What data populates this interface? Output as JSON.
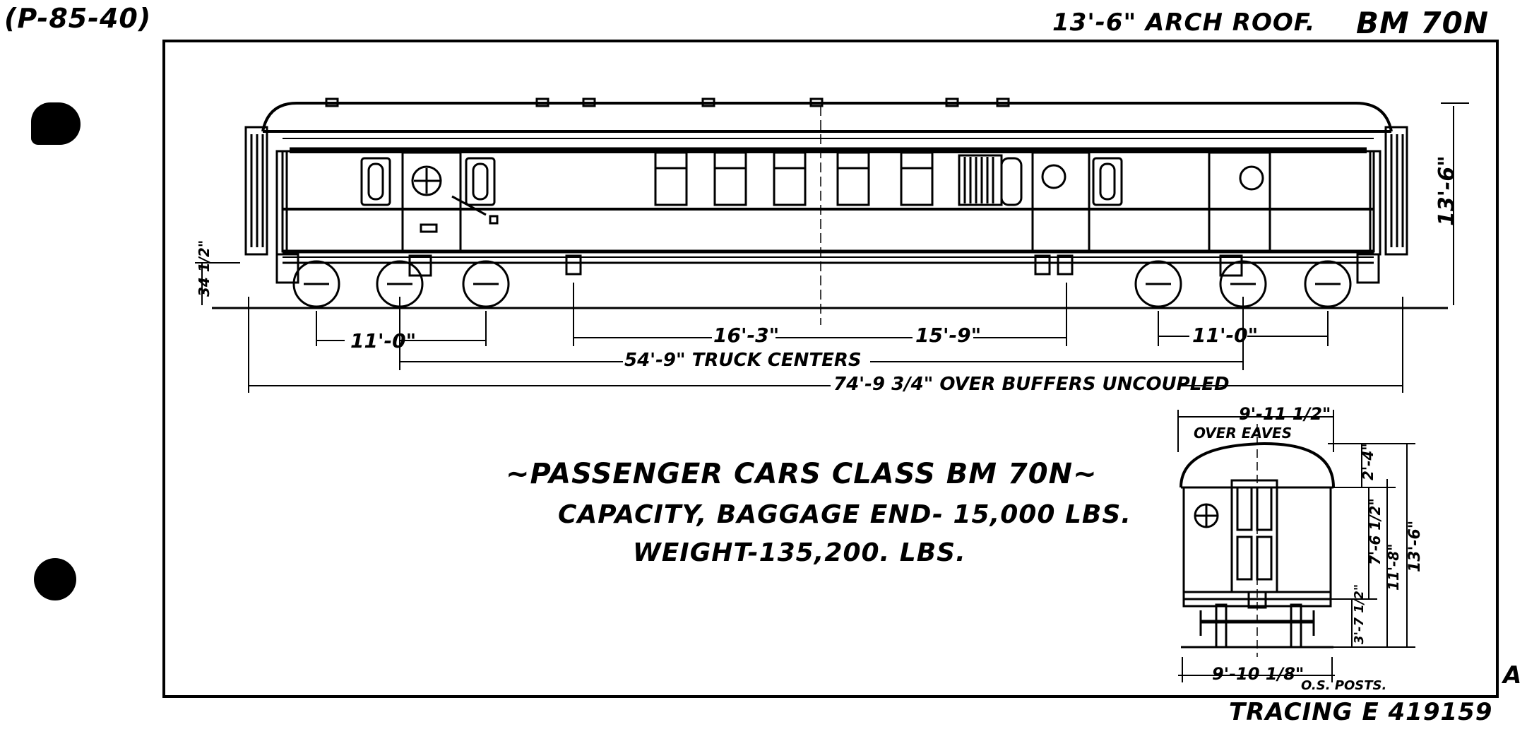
{
  "sheet": {
    "ref": "(P-85-40)",
    "roof_note": "13'-6\" ARCH ROOF.",
    "class_code": "BM 70N",
    "sheet_letter": "A",
    "tracing": "TRACING E 419159"
  },
  "title_block": {
    "title": "~PASSENGER CARS CLASS BM 70N~",
    "capacity": "CAPACITY, BAGGAGE END- 15,000 LBS.",
    "weight": "WEIGHT-135,200. LBS."
  },
  "side_elevation_dims": {
    "height": "13'-6\"",
    "coupler_height": "34 1/2\"",
    "truck_wheelbase_left": "11'-0\"",
    "center_left": "16'-3\"",
    "center_right": "15'-9\"",
    "truck_wheelbase_right": "11'-0\"",
    "truck_centers": "54'-9\" TRUCK CENTERS",
    "over_buffers": "74'-9 3/4\" OVER BUFFERS UNCOUPLED"
  },
  "end_elevation_dims": {
    "eaves_width": "9'-11 1/2\"",
    "eaves_label": "OVER EAVES",
    "roof_rise": "2'-4\"",
    "side_height": "7'-6 1/2\"",
    "eave_height": "11'-8\"",
    "total_height": "13'-6\"",
    "floor_height": "3'-7 1/2\"",
    "posts_width": "9'-10 1/8\"",
    "posts_label": "O.S. POSTS."
  }
}
